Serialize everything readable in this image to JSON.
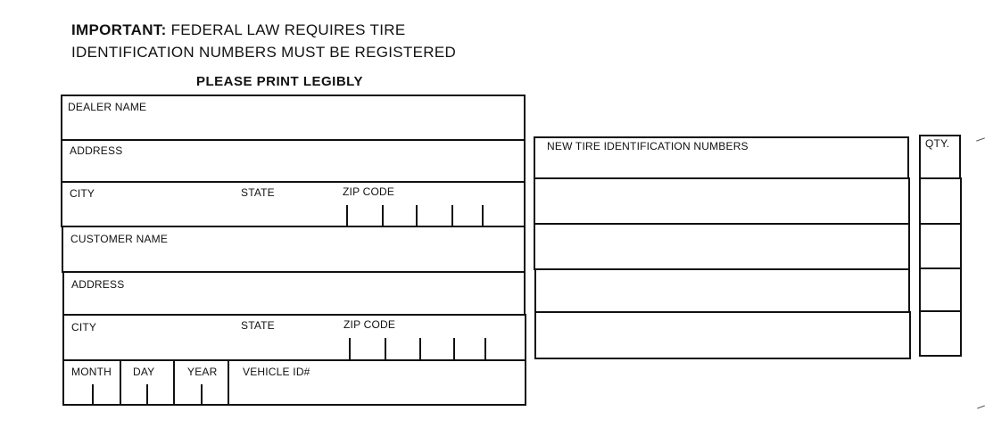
{
  "header": {
    "important_label": "IMPORTANT:",
    "line1": "FEDERAL LAW REQUIRES TIRE",
    "line2": "IDENTIFICATION NUMBERS MUST BE REGISTERED",
    "print_note": "PLEASE  PRINT LEGIBLY"
  },
  "dealer": {
    "name_label": "DEALER NAME",
    "address_label": "ADDRESS",
    "city_label": "CITY",
    "state_label": "STATE",
    "zip_label": "ZIP CODE"
  },
  "customer": {
    "name_label": "CUSTOMER NAME",
    "address_label": "ADDRESS",
    "city_label": "CITY",
    "state_label": "STATE",
    "zip_label": "ZIP CODE"
  },
  "date_row": {
    "month_label": "MONTH",
    "day_label": "DAY",
    "year_label": "YEAR",
    "vehicle_label": "VEHICLE ID#"
  },
  "tires": {
    "header_label": "NEW TIRE IDENTIFICATION NUMBERS",
    "qty_label": "QTY."
  }
}
